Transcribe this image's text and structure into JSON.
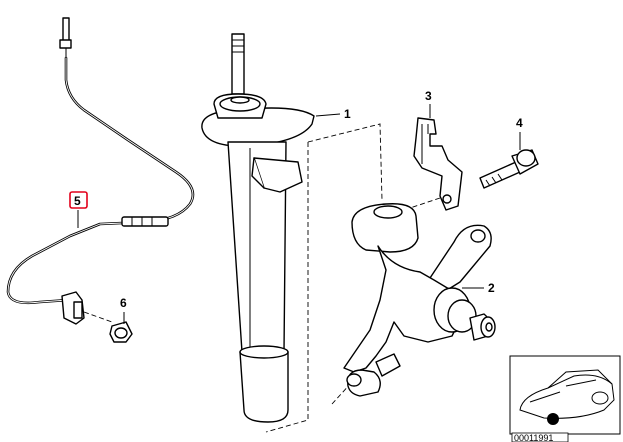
{
  "callouts": {
    "c1": "1",
    "c2": "2",
    "c3": "3",
    "c4": "4",
    "c5": "5",
    "c6": "6"
  },
  "highlighted_callout": "5",
  "highlight_color": "#e2001a",
  "reference_number": "00011991",
  "thumbnail": {
    "icon": "car-silhouette-icon",
    "marker": "location-dot-icon"
  }
}
